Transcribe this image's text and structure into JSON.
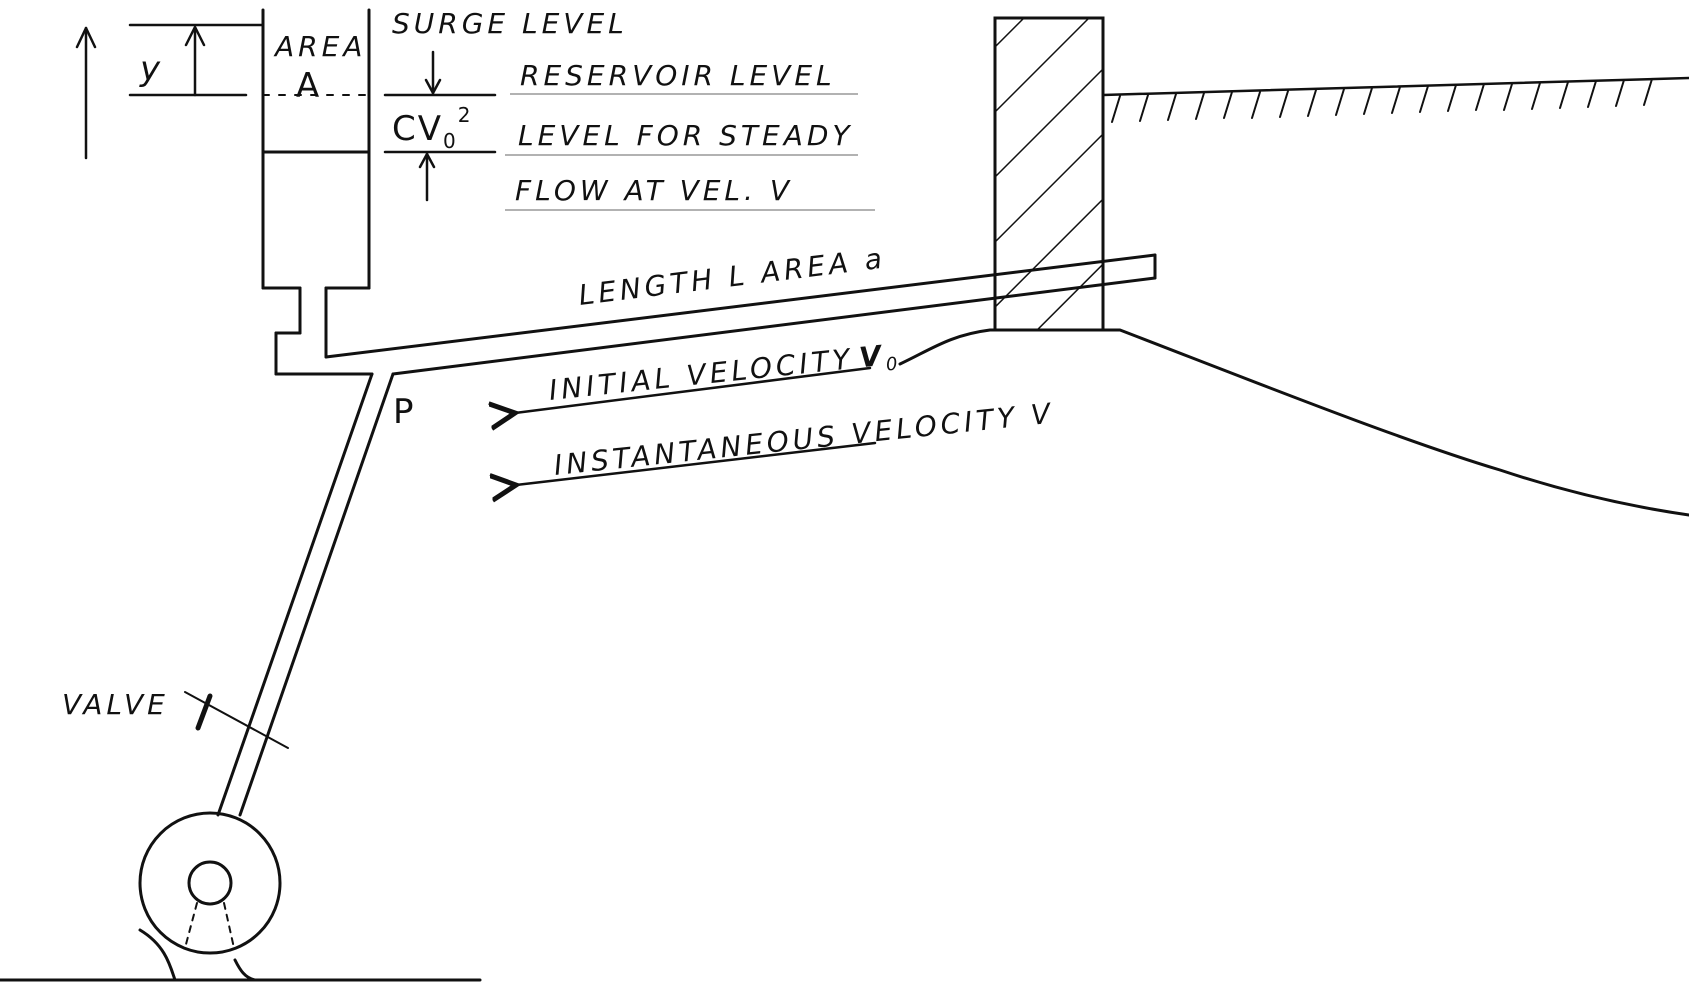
{
  "labels": {
    "surge_level": "SURGE LEVEL",
    "area": "AREA",
    "area_symbol": "A",
    "y": "y",
    "reservoir_level": "RESERVOIR LEVEL",
    "cv0": "CV",
    "cv0_sub": "0",
    "cv0_sup": "2",
    "steady_1": "LEVEL FOR STEADY",
    "steady_2": "FLOW AT VEL. V",
    "length_area": "LENGTH L AREA a",
    "initial_velocity": "INITIAL VELOCITY",
    "v0": "V",
    "v0_sub": "0",
    "instantaneous_velocity": "INSTANTANEOUS VELOCITY V",
    "point_p": "P",
    "valve": "VALVE"
  }
}
